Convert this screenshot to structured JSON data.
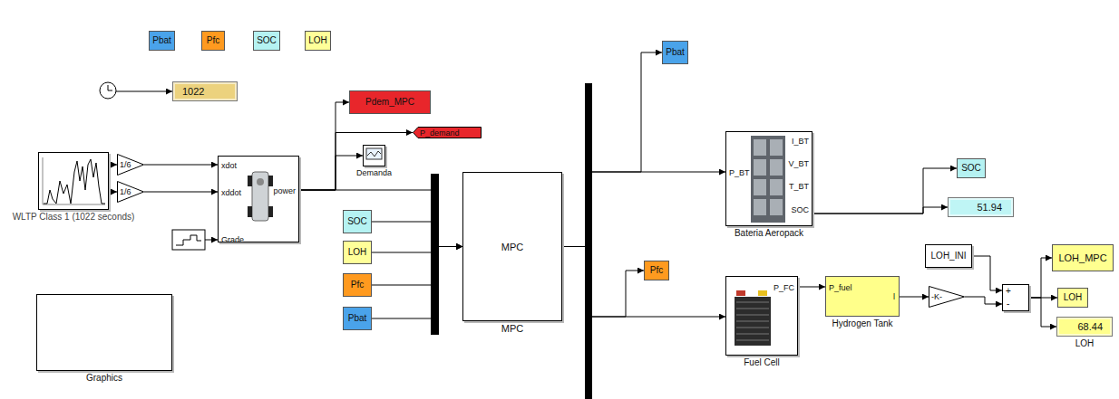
{
  "diagram": {
    "nodes": [
      {
        "text": [
          "Pbat"
        ]
      },
      {
        "text": [
          "Pfc"
        ]
      },
      {
        "text": [
          "SOC"
        ]
      },
      {
        "text": [
          "LOH"
        ]
      },
      {
        "text": [
          "1022"
        ]
      },
      {
        "text": [
          "WLTP Class 1 (1022 seconds)"
        ]
      },
      {
        "text": [
          "1/6"
        ]
      },
      {
        "text": [
          "1/6"
        ]
      },
      {
        "text": [
          "xdot",
          "xddot",
          "Grade",
          "power"
        ]
      },
      {
        "text": [
          "Pdem_MPC"
        ]
      },
      {
        "text": [
          "P_demand"
        ]
      },
      {
        "text": [
          "Demanda"
        ]
      },
      {
        "text": [
          "SOC"
        ]
      },
      {
        "text": [
          "LOH"
        ]
      },
      {
        "text": [
          "Pfc"
        ]
      },
      {
        "text": [
          "Pbat"
        ]
      },
      {
        "text": [
          "MPC",
          "MPC"
        ]
      },
      {
        "text": [
          "Pbat"
        ]
      },
      {
        "text": [
          "P_BT",
          "I_BT",
          "V_BT",
          "T_BT",
          "SOC",
          "Bateria Aeropack"
        ]
      },
      {
        "text": [
          "SOC"
        ]
      },
      {
        "text": [
          "51.94"
        ]
      },
      {
        "text": [
          "Pfc"
        ]
      },
      {
        "text": [
          "P_FC",
          "Fuel Cell"
        ]
      },
      {
        "text": [
          "P_fuel",
          "l",
          "Hydrogen Tank"
        ]
      },
      {
        "text": [
          "-K-"
        ]
      },
      {
        "text": [
          "LOH_INI"
        ]
      },
      {
        "text": [
          "+",
          "-"
        ]
      },
      {
        "text": [
          "LOH_MPC"
        ]
      },
      {
        "text": [
          "LOH"
        ]
      },
      {
        "text": [
          "68.44",
          "LOH"
        ]
      },
      {
        "text": [
          "Graphics"
        ]
      }
    ],
    "edges": [
      {
        "from": 5,
        "to": 6,
        "arrow": "to"
      },
      {
        "from": 5,
        "to": 7,
        "arrow": "to"
      },
      {
        "from": 6,
        "to": 8,
        "arrow": "to"
      },
      {
        "from": 7,
        "to": 8,
        "arrow": "to"
      },
      {
        "from": 8,
        "to": 9,
        "arrow": "to"
      },
      {
        "from": 8,
        "to": 10,
        "arrow": "to"
      },
      {
        "from": 8,
        "to": 11,
        "arrow": "to"
      },
      {
        "from": 8,
        "to": 16,
        "arrow": "to"
      },
      {
        "from": 12,
        "to": 16,
        "arrow": "to"
      },
      {
        "from": 13,
        "to": 16,
        "arrow": "to"
      },
      {
        "from": 14,
        "to": 16,
        "arrow": "to"
      },
      {
        "from": 15,
        "to": 16,
        "arrow": "to"
      },
      {
        "from": 16,
        "to": 17,
        "arrow": "to"
      },
      {
        "from": 16,
        "to": 18,
        "arrow": "to"
      },
      {
        "from": 16,
        "to": 21,
        "arrow": "to"
      },
      {
        "from": 16,
        "to": 22,
        "arrow": "to"
      },
      {
        "from": 18,
        "to": 19,
        "arrow": "to"
      },
      {
        "from": 18,
        "to": 20,
        "arrow": "to"
      },
      {
        "from": 22,
        "to": 23,
        "arrow": "to"
      },
      {
        "from": 23,
        "to": 24,
        "arrow": "to"
      },
      {
        "from": 24,
        "to": 26,
        "arrow": "to"
      },
      {
        "from": 25,
        "to": 26,
        "arrow": "to"
      },
      {
        "from": 26,
        "to": 27,
        "arrow": "to"
      },
      {
        "from": 26,
        "to": 28,
        "arrow": "to"
      },
      {
        "from": 26,
        "to": 29,
        "arrow": "to"
      }
    ]
  }
}
